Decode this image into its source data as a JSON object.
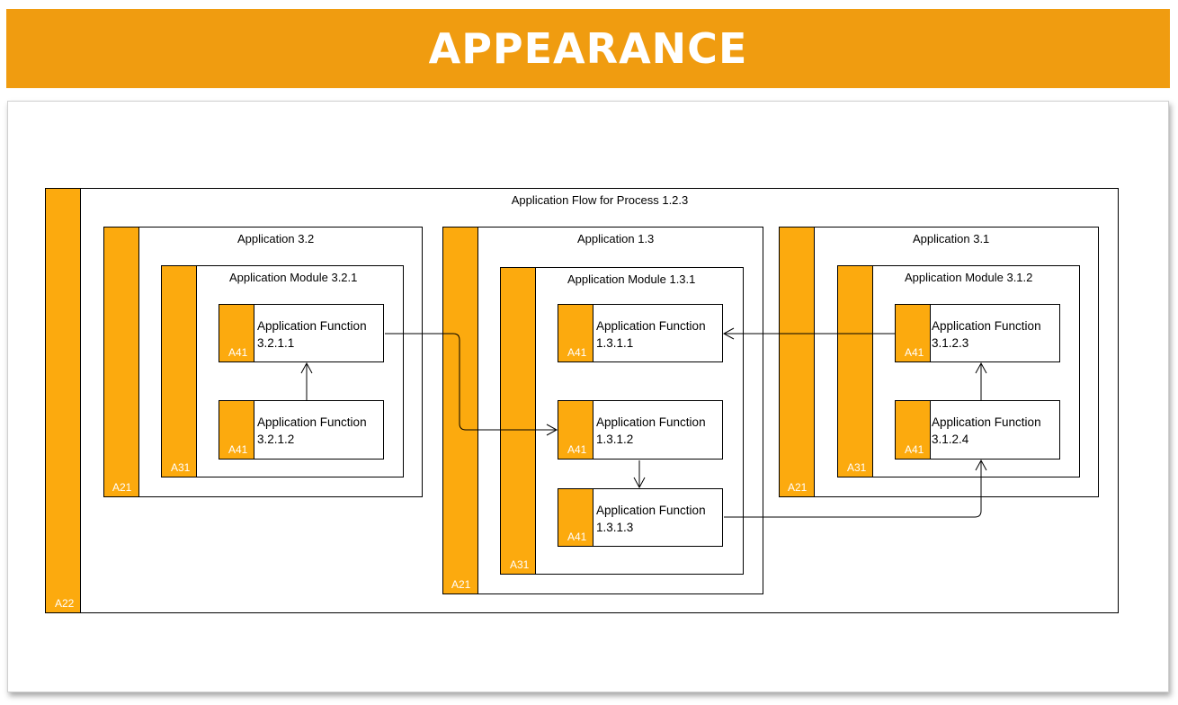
{
  "header": {
    "title": "APPEARANCE"
  },
  "diagram": {
    "flow": {
      "title": "Application Flow for Process 1.2.3",
      "tag": "A22"
    },
    "apps": [
      {
        "title": "Application 3.2",
        "tag": "A21",
        "module": {
          "title": "Application Module 3.2.1",
          "tag": "A31",
          "functions": [
            {
              "label": "Application Function",
              "id": "3.2.1.1",
              "tag": "A41"
            },
            {
              "label": "Application Function",
              "id": "3.2.1.2",
              "tag": "A41"
            }
          ]
        }
      },
      {
        "title": "Application 1.3",
        "tag": "A21",
        "module": {
          "title": "Application Module 1.3.1",
          "tag": "A31",
          "functions": [
            {
              "label": "Application Function",
              "id": "1.3.1.1",
              "tag": "A41"
            },
            {
              "label": "Application Function",
              "id": "1.3.1.2",
              "tag": "A41"
            },
            {
              "label": "Application Function",
              "id": "1.3.1.3",
              "tag": "A41"
            }
          ]
        }
      },
      {
        "title": "Application 3.1",
        "tag": "A21",
        "module": {
          "title": "Application Module 3.1.2",
          "tag": "A31",
          "functions": [
            {
              "label": "Application Function",
              "id": "3.1.2.3",
              "tag": "A41"
            },
            {
              "label": "Application Function",
              "id": "3.1.2.4",
              "tag": "A41"
            }
          ]
        }
      }
    ],
    "colors": {
      "banner": "#f09c10",
      "bar": "#fcaa0e"
    }
  }
}
